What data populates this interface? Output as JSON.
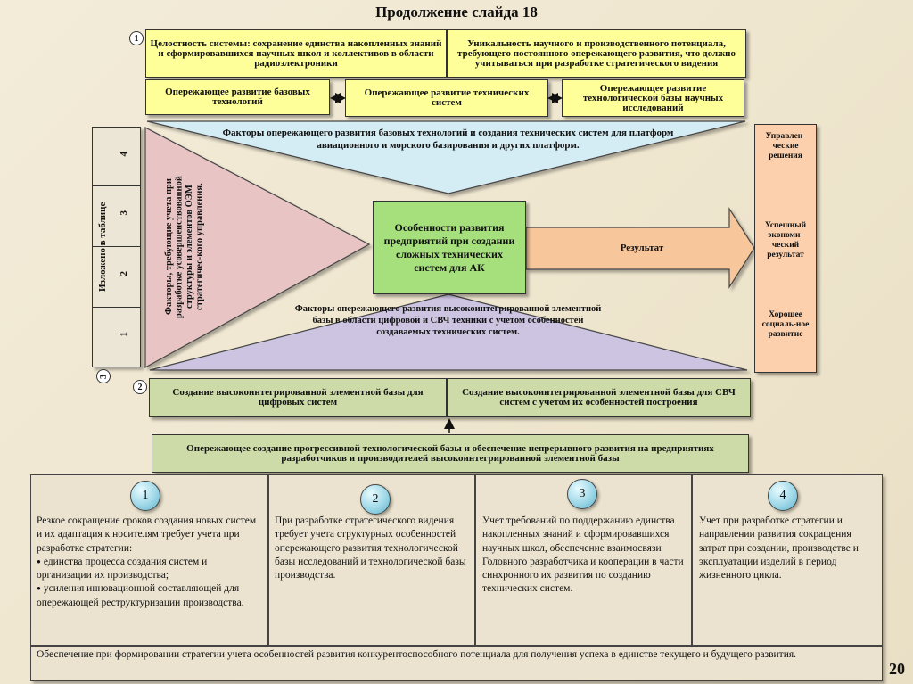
{
  "title": "Продолжение слайда 18",
  "page_number": "20",
  "markers": {
    "m1": "1",
    "m2": "2",
    "m3": "3"
  },
  "top": {
    "integrity": "Целостность системы: сохранение единства накопленных знаний и сформировавшихся научных школ и коллективов в области радиоэлектроники",
    "uniqueness": "Уникальность научного и производственного потенциала, требующего постоянного опережающего развития, что должно учитываться при разработке стратегического видения",
    "base_tech": "Опережающее развитие базовых технологий",
    "tech_systems": "Опережающее развитие технических систем",
    "tech_research": "Опережающее развитие технологической базы научных исследований"
  },
  "left_strip": {
    "caption": "Изложено в таблице",
    "n4": "4",
    "n3": "3",
    "n2": "2",
    "n1": "1"
  },
  "triangles": {
    "top": "Факторы опережающего развития базовых технологий и создания технических систем для платформ авиационного и морского базирования и других платформ.",
    "left": "Факторы, требующие учета при разработке усовершенствованной структуры и элементов ОЭМ стратегичес-кого управления.",
    "bottom": "Факторы опережающего развития высокоинтегрированной элементной базы в области цифровой и СВЧ техники с учетом особенностей создаваемых технических систем."
  },
  "center": "Особенности развития предприятий при создании сложных технических систем для АК",
  "result_arrow": "Результат",
  "right_panel": {
    "item1": "Управлен-ческие решения",
    "item2": "Успешный экономи-ческий результат",
    "item3": "Хорошее социаль-ное развитие"
  },
  "green": {
    "digital": "Создание высокоинтегрированной элементной базы для цифровых систем",
    "microwave": "Создание высокоинтегрированной элементной базы для СВЧ систем с учетом их особенностей построения",
    "progressive": "Опережающее создание прогрессивной технологической базы и обеспечение непрерывного развития на предприятиях разработчиков и производителей высокоинтегрированной элементной базы"
  },
  "table": {
    "cols": [
      {
        "num": "1",
        "text": "Резкое сокращение сроков создания новых систем и их адаптация к носителям требует учета при разработке стратегии:",
        "bullets": [
          "единства процесса создания систем и организации их производства;",
          "усиления инновационной составляющей для опережающей реструктуризации производства."
        ]
      },
      {
        "num": "2",
        "text": "При разработке стратегического видения требует учета структурных особенностей опережающего развития технологической базы исследований и технологической базы производства."
      },
      {
        "num": "3",
        "text": "Учет требований по поддержанию единства накопленных знаний и сформировавшихся научных школ, обеспечение взаимосвязи Головного разработчика и кооперации в части синхронного их развития по созданию технических систем."
      },
      {
        "num": "4",
        "text": "Учет при разработке стратегии и направлении развития сокращения затрат при создании, производстве и эксплуатации изделий в период жизненного цикла."
      }
    ],
    "footer": "Обеспечение при формировании стратегии учета особенностей развития конкурентоспособного потенциала для получения успеха в единстве текущего и будущего развития."
  },
  "colors": {
    "yellow": "#ffff99",
    "green": "#ccdba8",
    "pink": "#e8c4c4",
    "blue": "#d4ecf4",
    "lavender": "#ccc4e0",
    "right_panel": "#fcd0ac"
  }
}
